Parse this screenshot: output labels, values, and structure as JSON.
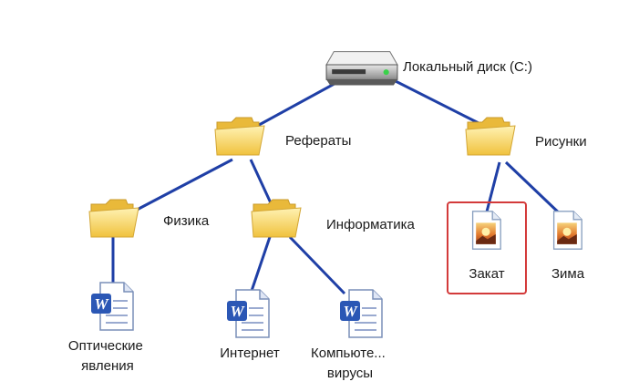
{
  "tree": {
    "root": {
      "label": "Локальный диск (C:)",
      "icon": "hard-drive-icon"
    },
    "nodes": [
      {
        "id": "referaty",
        "label": "Рефераты",
        "icon": "folder-icon",
        "parent": "root"
      },
      {
        "id": "risunki",
        "label": "Рисунки",
        "icon": "folder-icon",
        "parent": "root"
      },
      {
        "id": "fizika",
        "label": "Физика",
        "icon": "folder-icon",
        "parent": "referaty"
      },
      {
        "id": "informatika",
        "label": "Информатика",
        "icon": "folder-icon",
        "parent": "referaty"
      },
      {
        "id": "zakat",
        "label": "Закат",
        "icon": "image-file-icon",
        "parent": "risunki",
        "selected": true
      },
      {
        "id": "zima",
        "label": "Зима",
        "icon": "image-file-icon",
        "parent": "risunki"
      },
      {
        "id": "opticheskie",
        "label_lines": [
          "Оптические",
          "явления"
        ],
        "icon": "word-document-icon",
        "parent": "fizika"
      },
      {
        "id": "internet",
        "label": "Интернет",
        "icon": "word-document-icon",
        "parent": "informatika"
      },
      {
        "id": "kompyute",
        "label_lines": [
          "Компьюте...",
          "вирусы"
        ],
        "icon": "word-document-icon",
        "parent": "informatika"
      }
    ]
  },
  "colors": {
    "edge": "#1f3fa6",
    "highlight": "#d33a3a",
    "folder": "#f3cf55",
    "word_icon": "#2b57b5"
  }
}
